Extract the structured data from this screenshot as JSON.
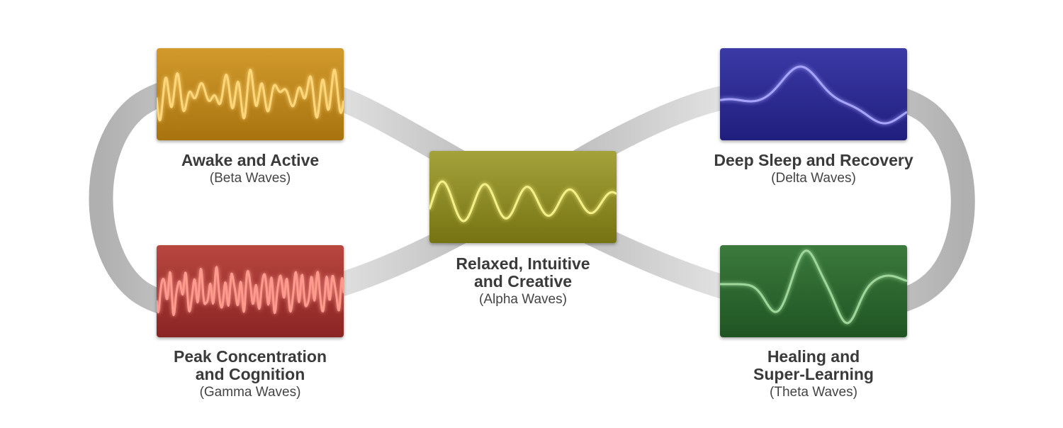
{
  "states": [
    {
      "id": "beta",
      "title_lines": [
        "Awake and Active"
      ],
      "subtitle": "(Beta Waves)",
      "color_top": "#d29a2c",
      "color_bottom": "#a8730f",
      "wave_color": "#ffd77a",
      "wave": {
        "kind": "beta"
      }
    },
    {
      "id": "gamma",
      "title_lines": [
        "Peak Concentration",
        "and Cognition"
      ],
      "subtitle": "(Gamma Waves)",
      "color_top": "#b8473f",
      "color_bottom": "#8a2424",
      "wave_color": "#ff9a8e",
      "wave": {
        "kind": "gamma"
      }
    },
    {
      "id": "alpha",
      "title_lines": [
        "Relaxed, Intuitive",
        "and Creative"
      ],
      "subtitle": "(Alpha Waves)",
      "color_top": "#a4a23b",
      "color_bottom": "#767412",
      "wave_color": "#f4ef86",
      "wave": {
        "kind": "alpha"
      }
    },
    {
      "id": "delta",
      "title_lines": [
        "Deep Sleep and Recovery"
      ],
      "subtitle": "(Delta Waves)",
      "color_top": "#3b3aa6",
      "color_bottom": "#201e7d",
      "wave_color": "#a6a4ff",
      "wave": {
        "kind": "delta"
      }
    },
    {
      "id": "theta",
      "title_lines": [
        "Healing and",
        "Super-Learning"
      ],
      "subtitle": "(Theta Waves)",
      "color_top": "#3b7a3c",
      "color_bottom": "#1f5422",
      "wave_color": "#9fd69a",
      "wave": {
        "kind": "theta"
      }
    }
  ],
  "loop_color": "#c4c4c4"
}
